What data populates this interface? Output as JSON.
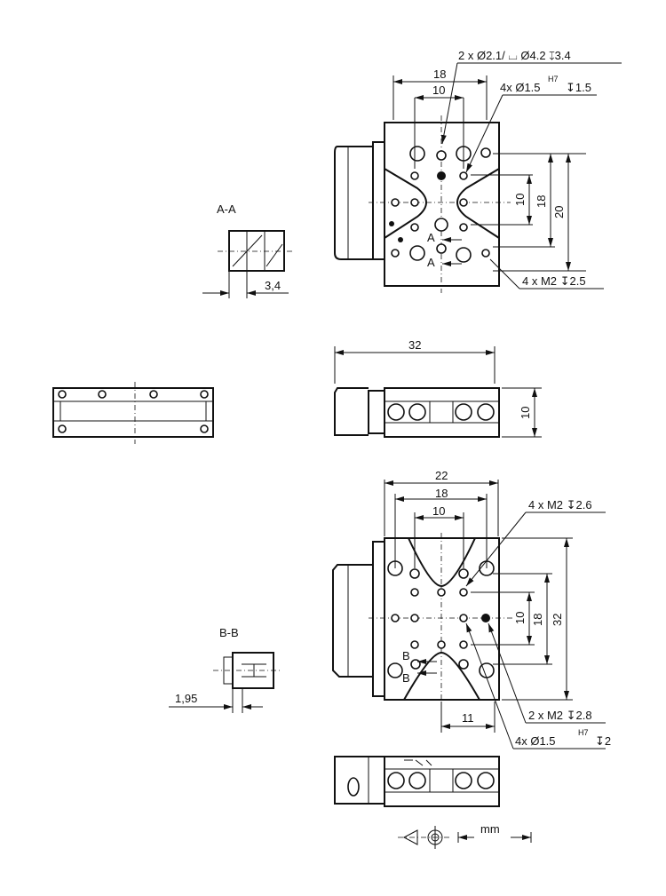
{
  "top_view": {
    "callout_counterbore": "2 x Ø2.1/ ⌴ Ø4.2 ↧3.4",
    "callout_pin_holes": "4x Ø1.5",
    "callout_pin_tol": "H7",
    "callout_pin_depth": "↧1.5",
    "callout_threads": "4 x M2 ↧2.5",
    "dim_width_outer": "18",
    "dim_width_inner": "10",
    "dim_height_10": "10",
    "dim_height_18": "18",
    "dim_height_20": "20",
    "section_marker": "A"
  },
  "section_a": {
    "title": "A-A",
    "dim": "3,4"
  },
  "front_view": {
    "dim_length": "32",
    "dim_height": "10"
  },
  "bottom_view": {
    "dim_22": "22",
    "dim_18": "18",
    "dim_10": "10",
    "dim_v10": "10",
    "dim_v18": "18",
    "dim_v32": "32",
    "dim_11": "11",
    "callout_m2_26": "4 x M2 ↧2.6",
    "callout_m2_28": "2 x M2 ↧2.8",
    "callout_pin": "4x  Ø1.5",
    "callout_pin_tol": "H7",
    "callout_pin_depth": "↧2",
    "section_marker": "B"
  },
  "section_b": {
    "title": "B-B",
    "dim": "1,95"
  },
  "projection": {
    "unit": "mm"
  }
}
